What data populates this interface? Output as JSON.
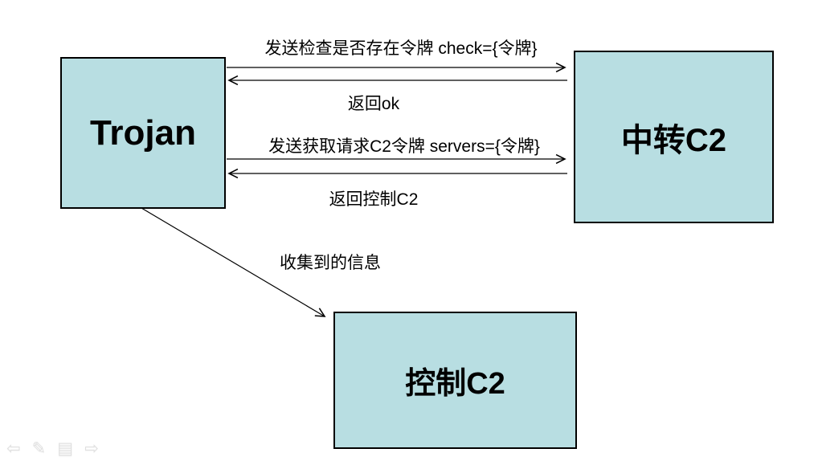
{
  "diagram": {
    "nodes": {
      "trojan": {
        "label": "Trojan"
      },
      "relay_c2": {
        "label": "中转C2"
      },
      "control_c2": {
        "label": "控制C2"
      }
    },
    "messages": {
      "check_token": "发送检查是否存在令牌  check={令牌}",
      "return_ok": "返回ok",
      "request_c2_token": "发送获取请求C2令牌 servers={令牌}",
      "return_control_c2": "返回控制C2",
      "collected_info": "收集到的信息"
    },
    "colors": {
      "node_fill": "#b8dee2",
      "node_border": "#000000",
      "arrow": "#000000",
      "background": "#ffffff"
    }
  },
  "slideshow_controls": {
    "back_glyph": "⇦",
    "pen_glyph": "✎",
    "menu_glyph": "▤",
    "forward_glyph": "⇨"
  }
}
